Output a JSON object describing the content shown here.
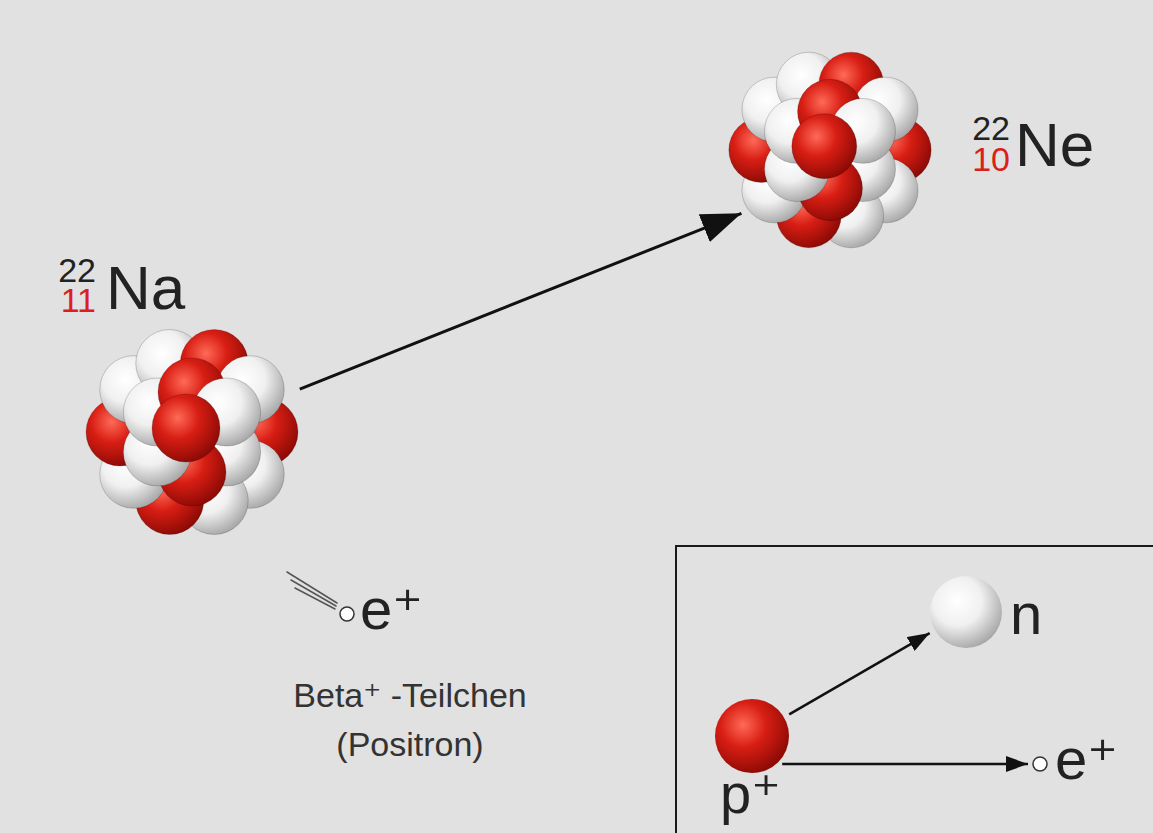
{
  "diagram": {
    "nodes": [
      {
        "text": [
          "22",
          "11",
          "Na"
        ]
      },
      {
        "text": [
          "22",
          "10",
          "Ne"
        ]
      },
      {
        "text": [
          "e⁺"
        ]
      },
      {
        "text": [
          "p⁺"
        ]
      },
      {
        "text": [
          "n"
        ]
      },
      {
        "text": [
          "e⁺"
        ]
      }
    ],
    "edges": [
      {
        "from": 0,
        "to": 1,
        "arrow": "to"
      },
      {
        "from": 3,
        "to": 4,
        "arrow": "to"
      },
      {
        "from": 3,
        "to": 5,
        "arrow": "to"
      }
    ],
    "labels": [
      "Beta⁺ -Teilchen (Positron)"
    ]
  }
}
